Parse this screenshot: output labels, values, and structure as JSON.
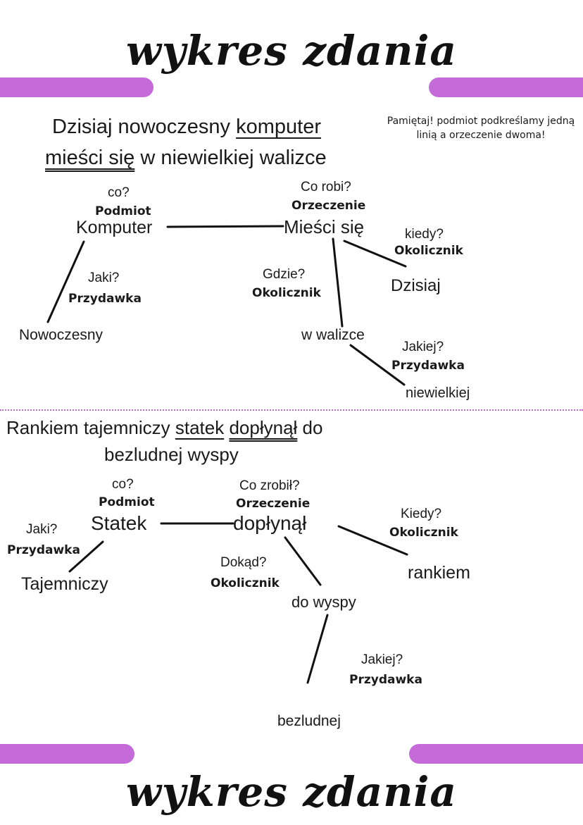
{
  "accent_color": "#c46bd9",
  "title_top": "wykres zdania",
  "title_bottom": "wykres zdania",
  "note": "Pamiętaj! podmiot podkreślamy jedną linią a orzeczenie dwoma!",
  "sentence1": {
    "p1": "Dzisiaj nowoczesny ",
    "subject": "komputer",
    "predicate": "mieści się",
    "p2": " w niewielkiej walizce"
  },
  "diagram1": {
    "podmiot": {
      "q": "co?",
      "role": "Podmiot",
      "word": "Komputer"
    },
    "orzeczenie": {
      "q": "Co robi?",
      "role": "Orzeczenie",
      "word": "Mieści się"
    },
    "przydawka1": {
      "q": "Jaki?",
      "role": "Przydawka",
      "word": "Nowoczesny"
    },
    "okolicznik_kiedy": {
      "q": "kiedy?",
      "role": "Okolicznik",
      "word": "Dzisiaj"
    },
    "okolicznik_gdzie": {
      "q": "Gdzie?",
      "role": "Okolicznik",
      "word": "w walizce"
    },
    "przydawka2": {
      "q": "Jakiej?",
      "role": "Przydawka",
      "word": "niewielkiej"
    }
  },
  "sentence2": {
    "p1": "Rankiem tajemniczy ",
    "subject": "statek",
    "predicate": "dopłynął",
    "p2": " do",
    "line2": "bezludnej wyspy"
  },
  "diagram2": {
    "podmiot": {
      "q": "co?",
      "role": "Podmiot",
      "word": "Statek"
    },
    "orzeczenie": {
      "q": "Co zrobił?",
      "role": "Orzeczenie",
      "word": "dopłynął"
    },
    "przydawka1": {
      "q": "Jaki?",
      "role": "Przydawka",
      "word": "Tajemniczy"
    },
    "okolicznik_kiedy": {
      "q": "Kiedy?",
      "role": "Okolicznik",
      "word": "rankiem"
    },
    "okolicznik_dokad": {
      "q": "Dokąd?",
      "role": "Okolicznik",
      "word": "do wyspy"
    },
    "przydawka2": {
      "q": "Jakiej?",
      "role": "Przydawka",
      "word": "bezludnej"
    }
  }
}
